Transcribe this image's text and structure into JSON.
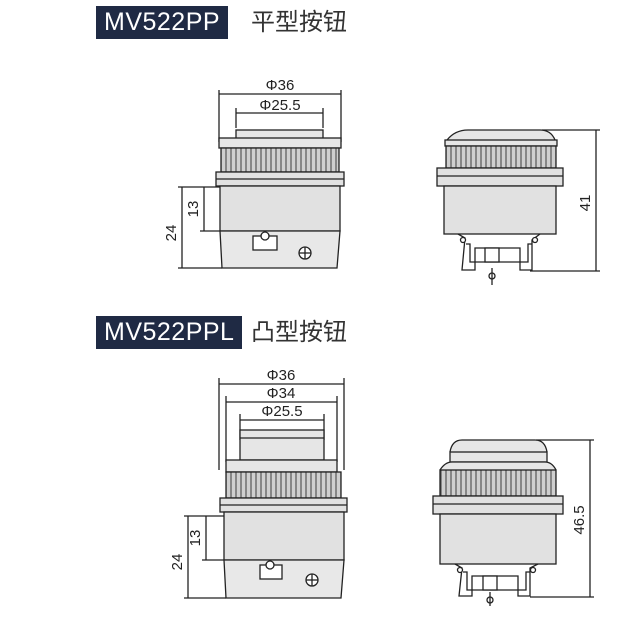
{
  "sections": [
    {
      "model": "MV522PP",
      "caption": "平型按钮",
      "dims": {
        "outer_dia": "Φ36",
        "inner_dia": "Φ25.5",
        "h13": "13",
        "h24": "24",
        "height": "41"
      }
    },
    {
      "model": "MV522PPL",
      "caption": "凸型按钮",
      "dims": {
        "outer_dia": "Φ36",
        "mid_dia": "Φ34",
        "inner_dia": "Φ25.5",
        "h13": "13",
        "h24": "24",
        "height": "46.5"
      }
    }
  ],
  "colors": {
    "tag_bg": "#1f2a44",
    "body_fill": "#e1e1e1",
    "knurl_fill": "#c8c8c8",
    "line": "#222222"
  }
}
